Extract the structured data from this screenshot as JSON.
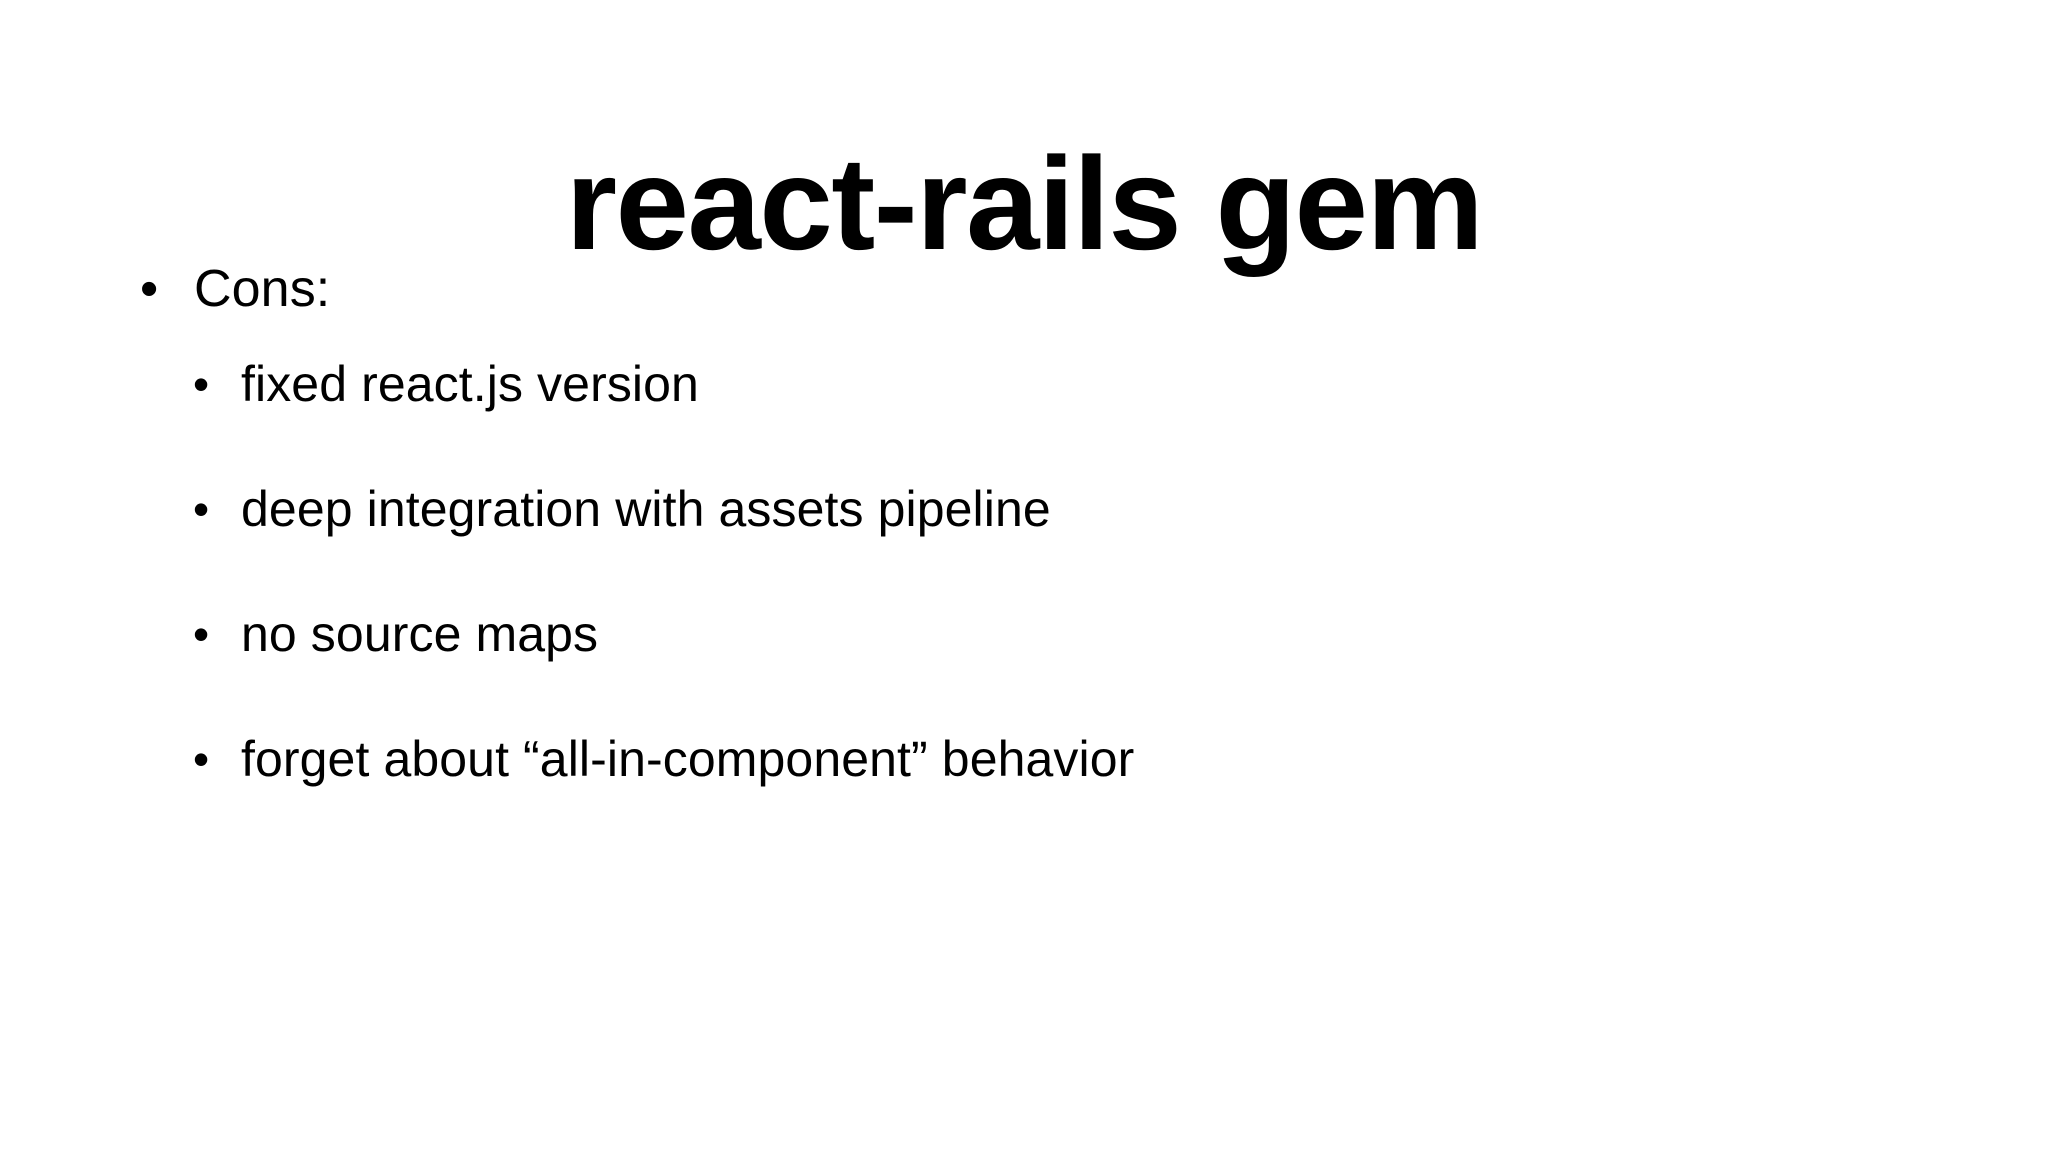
{
  "slide": {
    "title": "react-rails gem",
    "background_color": "#ffffff",
    "text_color": "#000000",
    "bullet_glyph": "•",
    "items": [
      {
        "level": 1,
        "text": "Cons:",
        "marker": "•"
      },
      {
        "level": 2,
        "text": "fixed react.js version",
        "marker": "•"
      },
      {
        "level": 2,
        "text": "deep integration with assets pipeline",
        "marker": "•"
      },
      {
        "level": 2,
        "text": "no source maps",
        "marker": "•"
      },
      {
        "level": 2,
        "text": "forget about “all-in-component” behavior",
        "marker": "•"
      }
    ]
  }
}
